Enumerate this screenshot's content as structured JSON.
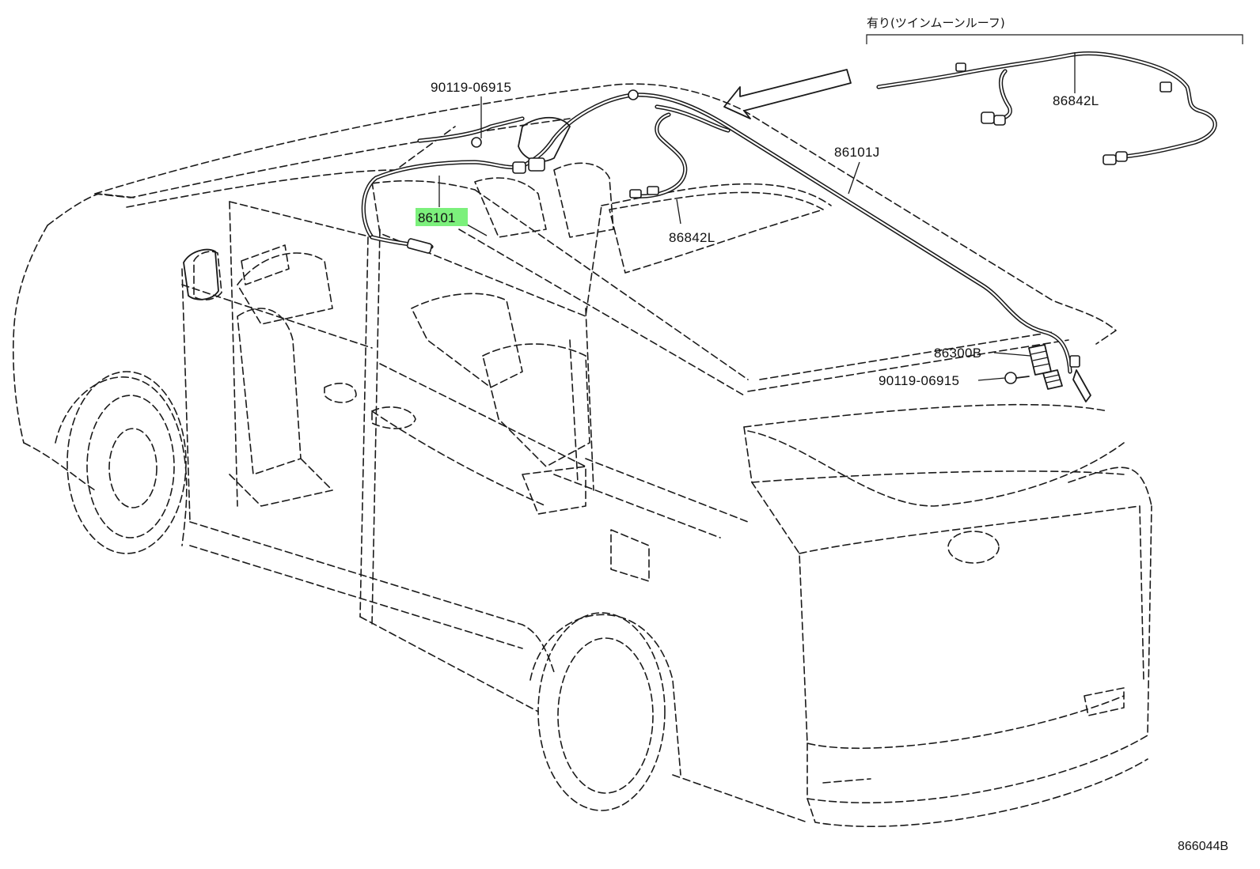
{
  "diagram": {
    "option_note": "有り(ツインムーンルーフ)",
    "figure_code": "866044B",
    "highlight_color": "#7CF07C",
    "parts": [
      {
        "number": "90119-06915",
        "kind": "clip-bolt"
      },
      {
        "number": "86101",
        "kind": "roof-wire-harness",
        "highlighted": true
      },
      {
        "number": "86842L",
        "kind": "wire-harness"
      },
      {
        "number": "86101J",
        "kind": "roof-wire-harness"
      },
      {
        "number": "86842L",
        "kind": "wire-harness-option"
      },
      {
        "number": "86300B",
        "kind": "bracket"
      },
      {
        "number": "90119-06915",
        "kind": "clip-bolt"
      }
    ]
  }
}
